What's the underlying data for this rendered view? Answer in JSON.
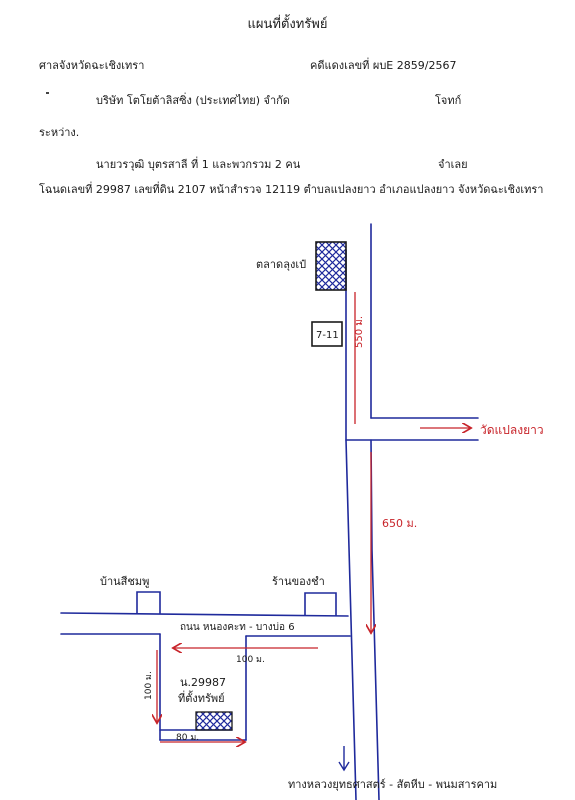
{
  "header": {
    "title": "แผนที่ตั้งทรัพย์",
    "court": "ศาลจังหวัดฉะเชิงเทรา",
    "case_number": "คดีแดงเลขที่ ผบE 2859/2567",
    "plaintiff": "บริษัท โตโยต้าลิสซิ่ง (ประเทศไทย) จำกัด",
    "plaintiff_role": "โจทก์",
    "between": "ระหว่าง.",
    "defendant": "นายวรวุฒิ บุตรสาลี ที่ 1 และพวกรวม 2 คน",
    "defendant_role": "จำเลย",
    "deed": "โฉนดเลขที่ 29987 เลขที่ดิน 2107 หน้าสำรวจ 12119 ตำบลแปลงยาว อำเภอแปลงยาว จังหวัดฉะเชิงเทรา"
  },
  "map": {
    "market_label": "ตลาดลุงเป๋",
    "seven_eleven": "7-11",
    "dist_550": "550 ม.",
    "temple_label": "วัดแปลงยาว",
    "dist_650": "650 ม.",
    "house_label": "บ้านสีชมพู",
    "shop_label": "ร้านของชำ",
    "road_label": "ถนน หนองคะท - บางบ่อ 6",
    "dist_100_h": "100 ม.",
    "dist_100_v": "100 ม.",
    "deed_label": "น.29987",
    "property_label": "ที่ตั้งทรัพย์",
    "dist_80": "80 ม.",
    "bottom_road": "ทางหลวงยุทธศาสตร์ - สัตหีบ - พนมสารคาม"
  },
  "colors": {
    "ink": "#1a1a1a",
    "road_blue": "#1f2a9c",
    "annotation_red": "#c8242a"
  }
}
